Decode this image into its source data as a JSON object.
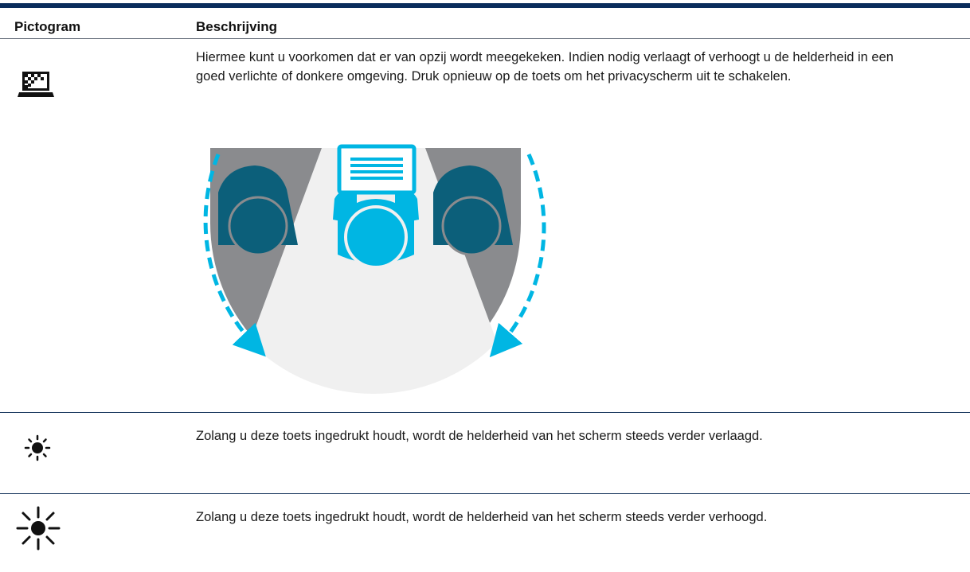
{
  "table": {
    "header": {
      "col_icon": "Pictogram",
      "col_description": "Beschrijving"
    },
    "rows": [
      {
        "icon": "privacy-screen-icon",
        "description": "Hiermee kunt u voorkomen dat er van opzij wordt meegekeken. Indien nodig verlaagt of verhoogt u de helderheid in een goed verlichte of donkere omgeving. Druk opnieuw op de toets om het privacyscherm uit te schakelen."
      },
      {
        "icon": "brightness-down-icon",
        "description": "Zolang u deze toets ingedrukt houdt, wordt de helderheid van het scherm steeds verder verlaagd."
      },
      {
        "icon": "brightness-up-icon",
        "description": "Zolang u deze toets ingedrukt houdt, wordt de helderheid van het scherm steeds verder verhoogd."
      }
    ]
  },
  "colors": {
    "rule": "#0a2d5c",
    "shaded_zone": "#8a8b8e",
    "viewing_zone": "#f0f0f0",
    "user_highlight": "#00b6e3",
    "side_people": "#0c5f7a"
  }
}
